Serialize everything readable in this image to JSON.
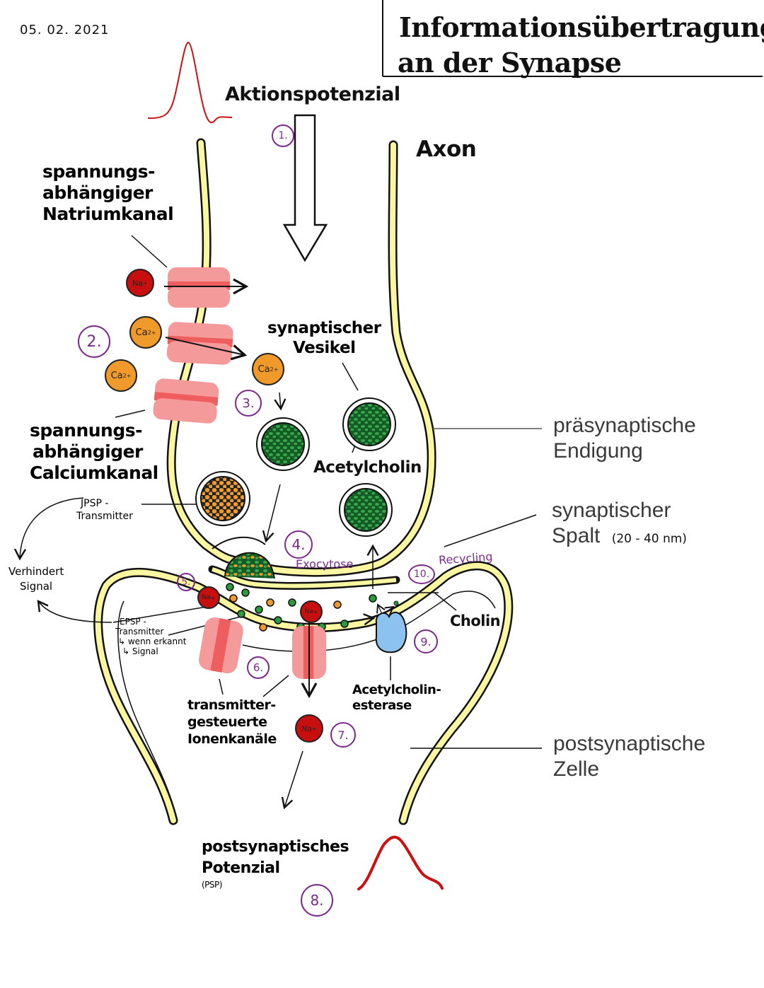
{
  "header": {
    "date": "05. 02. 2021",
    "title_line1": "Informationsübertragung",
    "title_line2": "an der Synapse"
  },
  "labels": {
    "action_potential": "Aktionspotenzial",
    "axon": "Axon",
    "sodium_channel": [
      "spannungs-",
      "abhängiger",
      "Natriumkanal"
    ],
    "calcium_channel": [
      "spannungs-",
      "abhängiger",
      "Calciumkanal"
    ],
    "synaptic_vesicle": [
      "synaptischer",
      "Vesikel"
    ],
    "acetylcholine": "Acetylcholin",
    "ipsp_transmitter": [
      "JPSP -",
      "Transmitter"
    ],
    "prevents_signal": [
      "Verhindert",
      "Signal"
    ],
    "exocytosis": "Exocytose",
    "recycling": "Recycling",
    "choline": "Cholin",
    "epsp_transmitter": [
      "EPSP -",
      "Transmitter",
      "↳ wenn erkannt",
      "↳ Signal"
    ],
    "ligand_gated_channels": [
      "transmitter-",
      "gesteuerte",
      "Ionenkanäle"
    ],
    "acetylcholinesterase": [
      "Acetylcholin-",
      "esterase"
    ],
    "presynaptic_terminal": [
      "präsynaptische",
      "Endigung"
    ],
    "synaptic_cleft": [
      "synaptischer",
      "Spalt"
    ],
    "cleft_width": "(20 - 40 nm)",
    "postsynaptic_cell": [
      "postsynaptische",
      "Zelle"
    ],
    "psp": [
      "postsynaptisches",
      "Potenzial",
      "(PSP)"
    ]
  },
  "ions": {
    "sodium": "Na",
    "sodium_charge": "+",
    "calcium": "Ca",
    "calcium_charge": "2+"
  },
  "steps": [
    "1.",
    "2.",
    "3.",
    "4.",
    "5.",
    "6.",
    "7.",
    "8.",
    "9.",
    "10."
  ],
  "colors": {
    "membrane": "#fbf7a0",
    "outline": "#111111",
    "channel": "#f59a9a",
    "channel_band": "#ee5e5e",
    "sodium_ion": "#c80f0f",
    "calcium_ion": "#ef9a2a",
    "acetylcholine": "#1e7a34",
    "ipsp_vesicle": "#ef9a2a",
    "enzyme": "#8cc2f0",
    "step_marker": "#7b2a8c",
    "potential_curve": "#cc1010"
  }
}
